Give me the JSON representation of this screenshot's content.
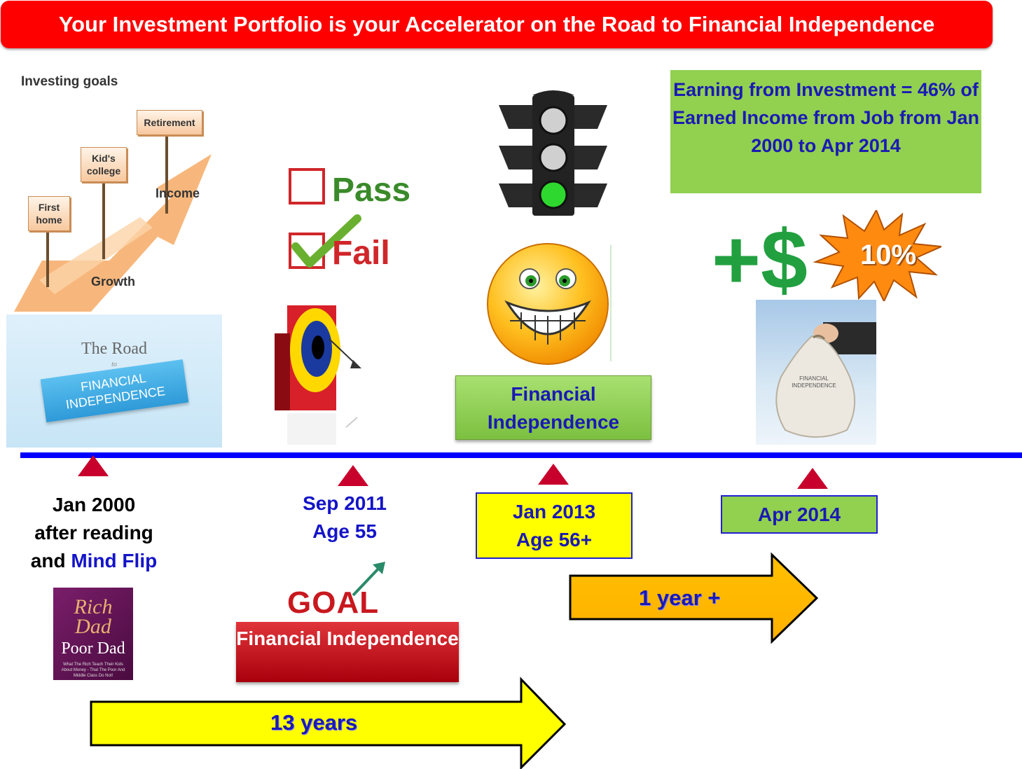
{
  "title": "Your Investment Portfolio  is your Accelerator on the Road to Financial Independence",
  "goals_graphic": {
    "heading": "Investing goals",
    "signs": [
      "First home",
      "Kid's college",
      "Retirement"
    ],
    "income_label": "Income",
    "growth_label": "Growth"
  },
  "road_card": {
    "line1": "The Road",
    "line2": "to",
    "ribbon": "FINANCIAL INDEPENDENCE"
  },
  "pass_fail": {
    "pass": "Pass",
    "fail": "Fail"
  },
  "earning_box": "Earning from Investment = 46% of Earned Income from Job from Jan 2000 to Apr 2014",
  "money_graphic": {
    "plus_dollar": "+$",
    "percent": "10%"
  },
  "bag_card": {
    "label": "FINANCIAL INDEPENDENCE"
  },
  "fi_green": "Financial Independence",
  "milestones": {
    "m1": {
      "line1": "Jan 2000",
      "line2": "after reading",
      "line3_prefix": "and ",
      "line3_highlight": "Mind Flip"
    },
    "m2": {
      "line1": "Sep 2011",
      "line2": "Age 55"
    },
    "m3": {
      "line1": "Jan 2013",
      "line2": "Age 56+"
    },
    "m4": {
      "line1": "Apr 2014"
    }
  },
  "book": {
    "rich": "Rich Dad",
    "poor": "Poor Dad",
    "subtitle": "What The Rich Teach Their Kids About Money - That The Poor And Middle Class Do Not!"
  },
  "goal_graphic": {
    "text": "GOAL"
  },
  "fi_red": "Financial Independence",
  "arrows": {
    "long": "13 years",
    "short": "1 year +"
  },
  "colors": {
    "title_red": "#ff0000",
    "timeline_blue": "#0000ff",
    "green_box": "#92d050",
    "yellow_box": "#ffff00",
    "arrow_yellow": "#ffff00",
    "arrow_orange": "#ffc000",
    "marker_red": "#c8002c"
  }
}
